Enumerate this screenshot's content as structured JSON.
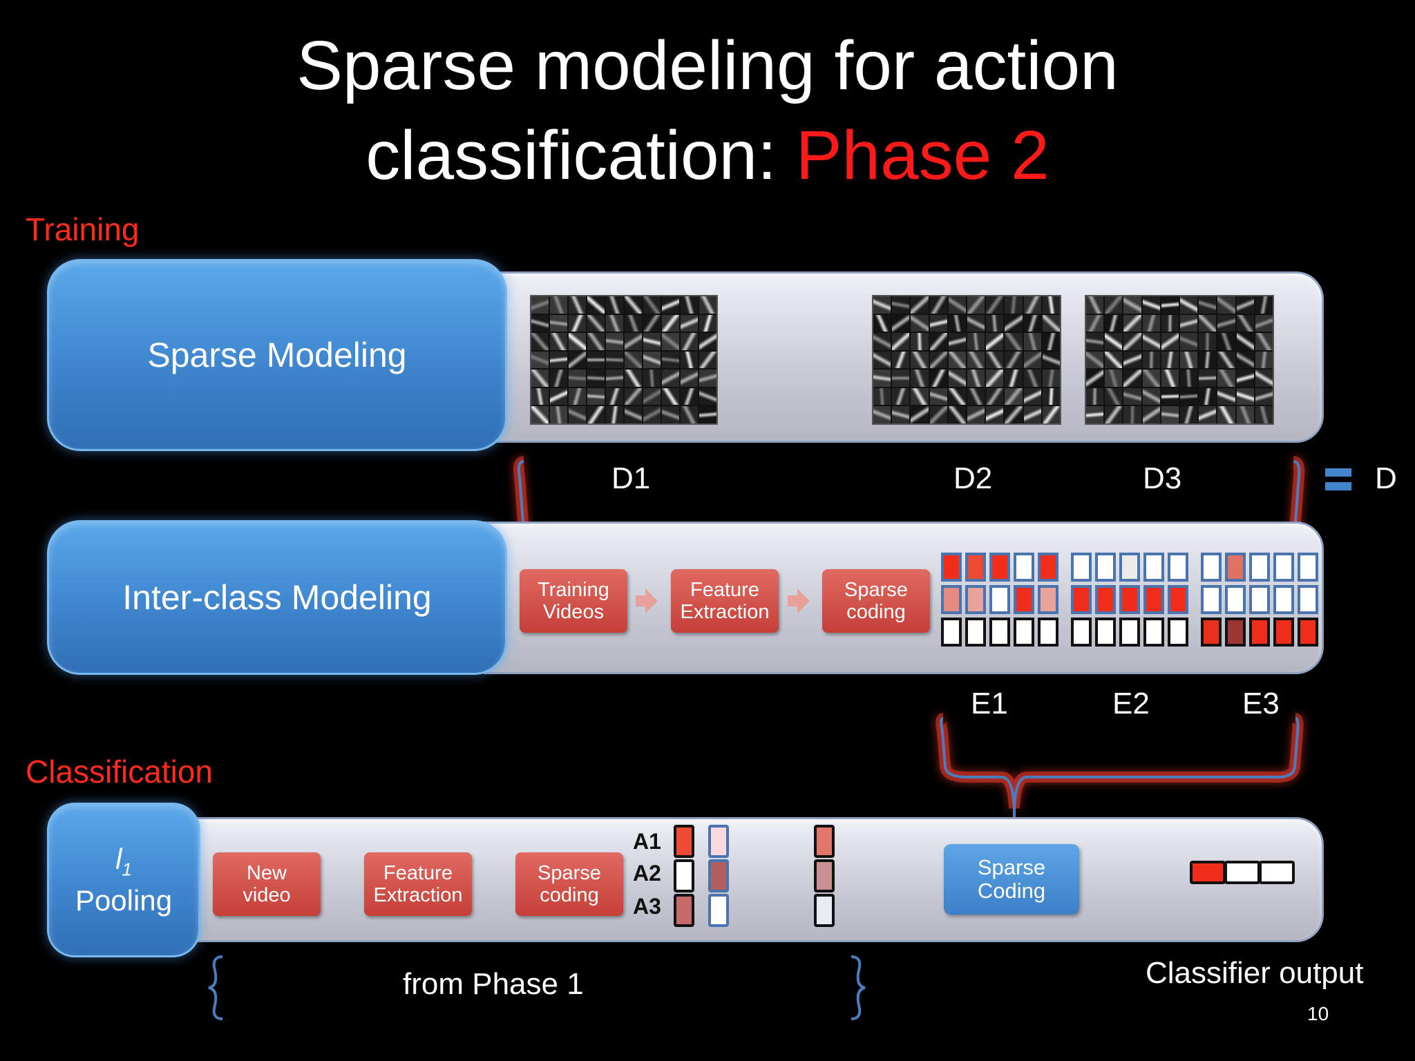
{
  "title": {
    "line1": "Sparse modeling for action",
    "line2_prefix": "classification: ",
    "line2_highlight": "Phase 2"
  },
  "sections": {
    "training": "Training",
    "classification": "Classification"
  },
  "rows": {
    "sparse_modeling": "Sparse Modeling",
    "inter_class": "Inter-class Modeling",
    "pooling_symbol": "l",
    "pooling_sub": "1",
    "pooling_label": "Pooling"
  },
  "dictionaries": {
    "d1": "D1",
    "d2": "D2",
    "d3": "D3",
    "d": "D"
  },
  "inter_steps": {
    "training_videos": [
      "Training",
      "Videos"
    ],
    "feature_extraction": [
      "Feature",
      "Extraction"
    ],
    "sparse_coding": [
      "Sparse",
      "coding"
    ]
  },
  "encodings": {
    "e1": "E1",
    "e2": "E2",
    "e3": "E3"
  },
  "class_steps": {
    "new_video": [
      "New",
      "video"
    ],
    "feature_extraction": [
      "Feature",
      "Extraction"
    ],
    "sparse_coding": [
      "Sparse",
      "coding"
    ],
    "sparse_coding_big": [
      "Sparse",
      "Coding"
    ]
  },
  "action_labels": {
    "a1": "A1",
    "a2": "A2",
    "a3": "A3"
  },
  "from_phase": "from Phase 1",
  "classifier_output": "Classifier output",
  "page_number": "10",
  "colors": {
    "red": "#ff1a1a",
    "blue": "#3f86cf",
    "cell_border": "#4a74b0"
  },
  "e_grids": {
    "e1": [
      [
        "#f02d1a",
        "#f04a35",
        "#f02d1a",
        "#ffffff",
        "#f02d1a"
      ],
      [
        "#e28c82",
        "#e8a49b",
        "#ffffff",
        "#f02d1a",
        "#e8a49b"
      ],
      [
        "#ffffff",
        "#ffffff",
        "#ffffff",
        "#ffffff",
        "#ffffff"
      ]
    ],
    "e2": [
      [
        "#ffffff",
        "#ffffff",
        "#ececec",
        "#ffffff",
        "#ffffff"
      ],
      [
        "#f02d1a",
        "#f02d1a",
        "#f02d1a",
        "#f02d1a",
        "#f02d1a"
      ],
      [
        "#ffffff",
        "#ffffff",
        "#ffffff",
        "#ffffff",
        "#ffffff"
      ]
    ],
    "e3": [
      [
        "#ffffff",
        "#e0705f",
        "#ffffff",
        "#ffffff",
        "#ffffff"
      ],
      [
        "#ffffff",
        "#ffffff",
        "#ffffff",
        "#ffffff",
        "#ffffff"
      ],
      [
        "#e8301c",
        "#9c3535",
        "#f02d1a",
        "#f02d1a",
        "#f02d1a"
      ]
    ]
  },
  "vectors": {
    "v1": [
      "#f04a35",
      "#ffffff",
      "#c86a6a"
    ],
    "v2": [
      "#fbd8dd",
      "#b06060",
      "#ffffff"
    ],
    "pooled": [
      "#e0776a",
      "#c89090",
      "#e8ecf2"
    ],
    "output": [
      "#f02d1a",
      "#ffffff",
      "#ffffff"
    ]
  }
}
